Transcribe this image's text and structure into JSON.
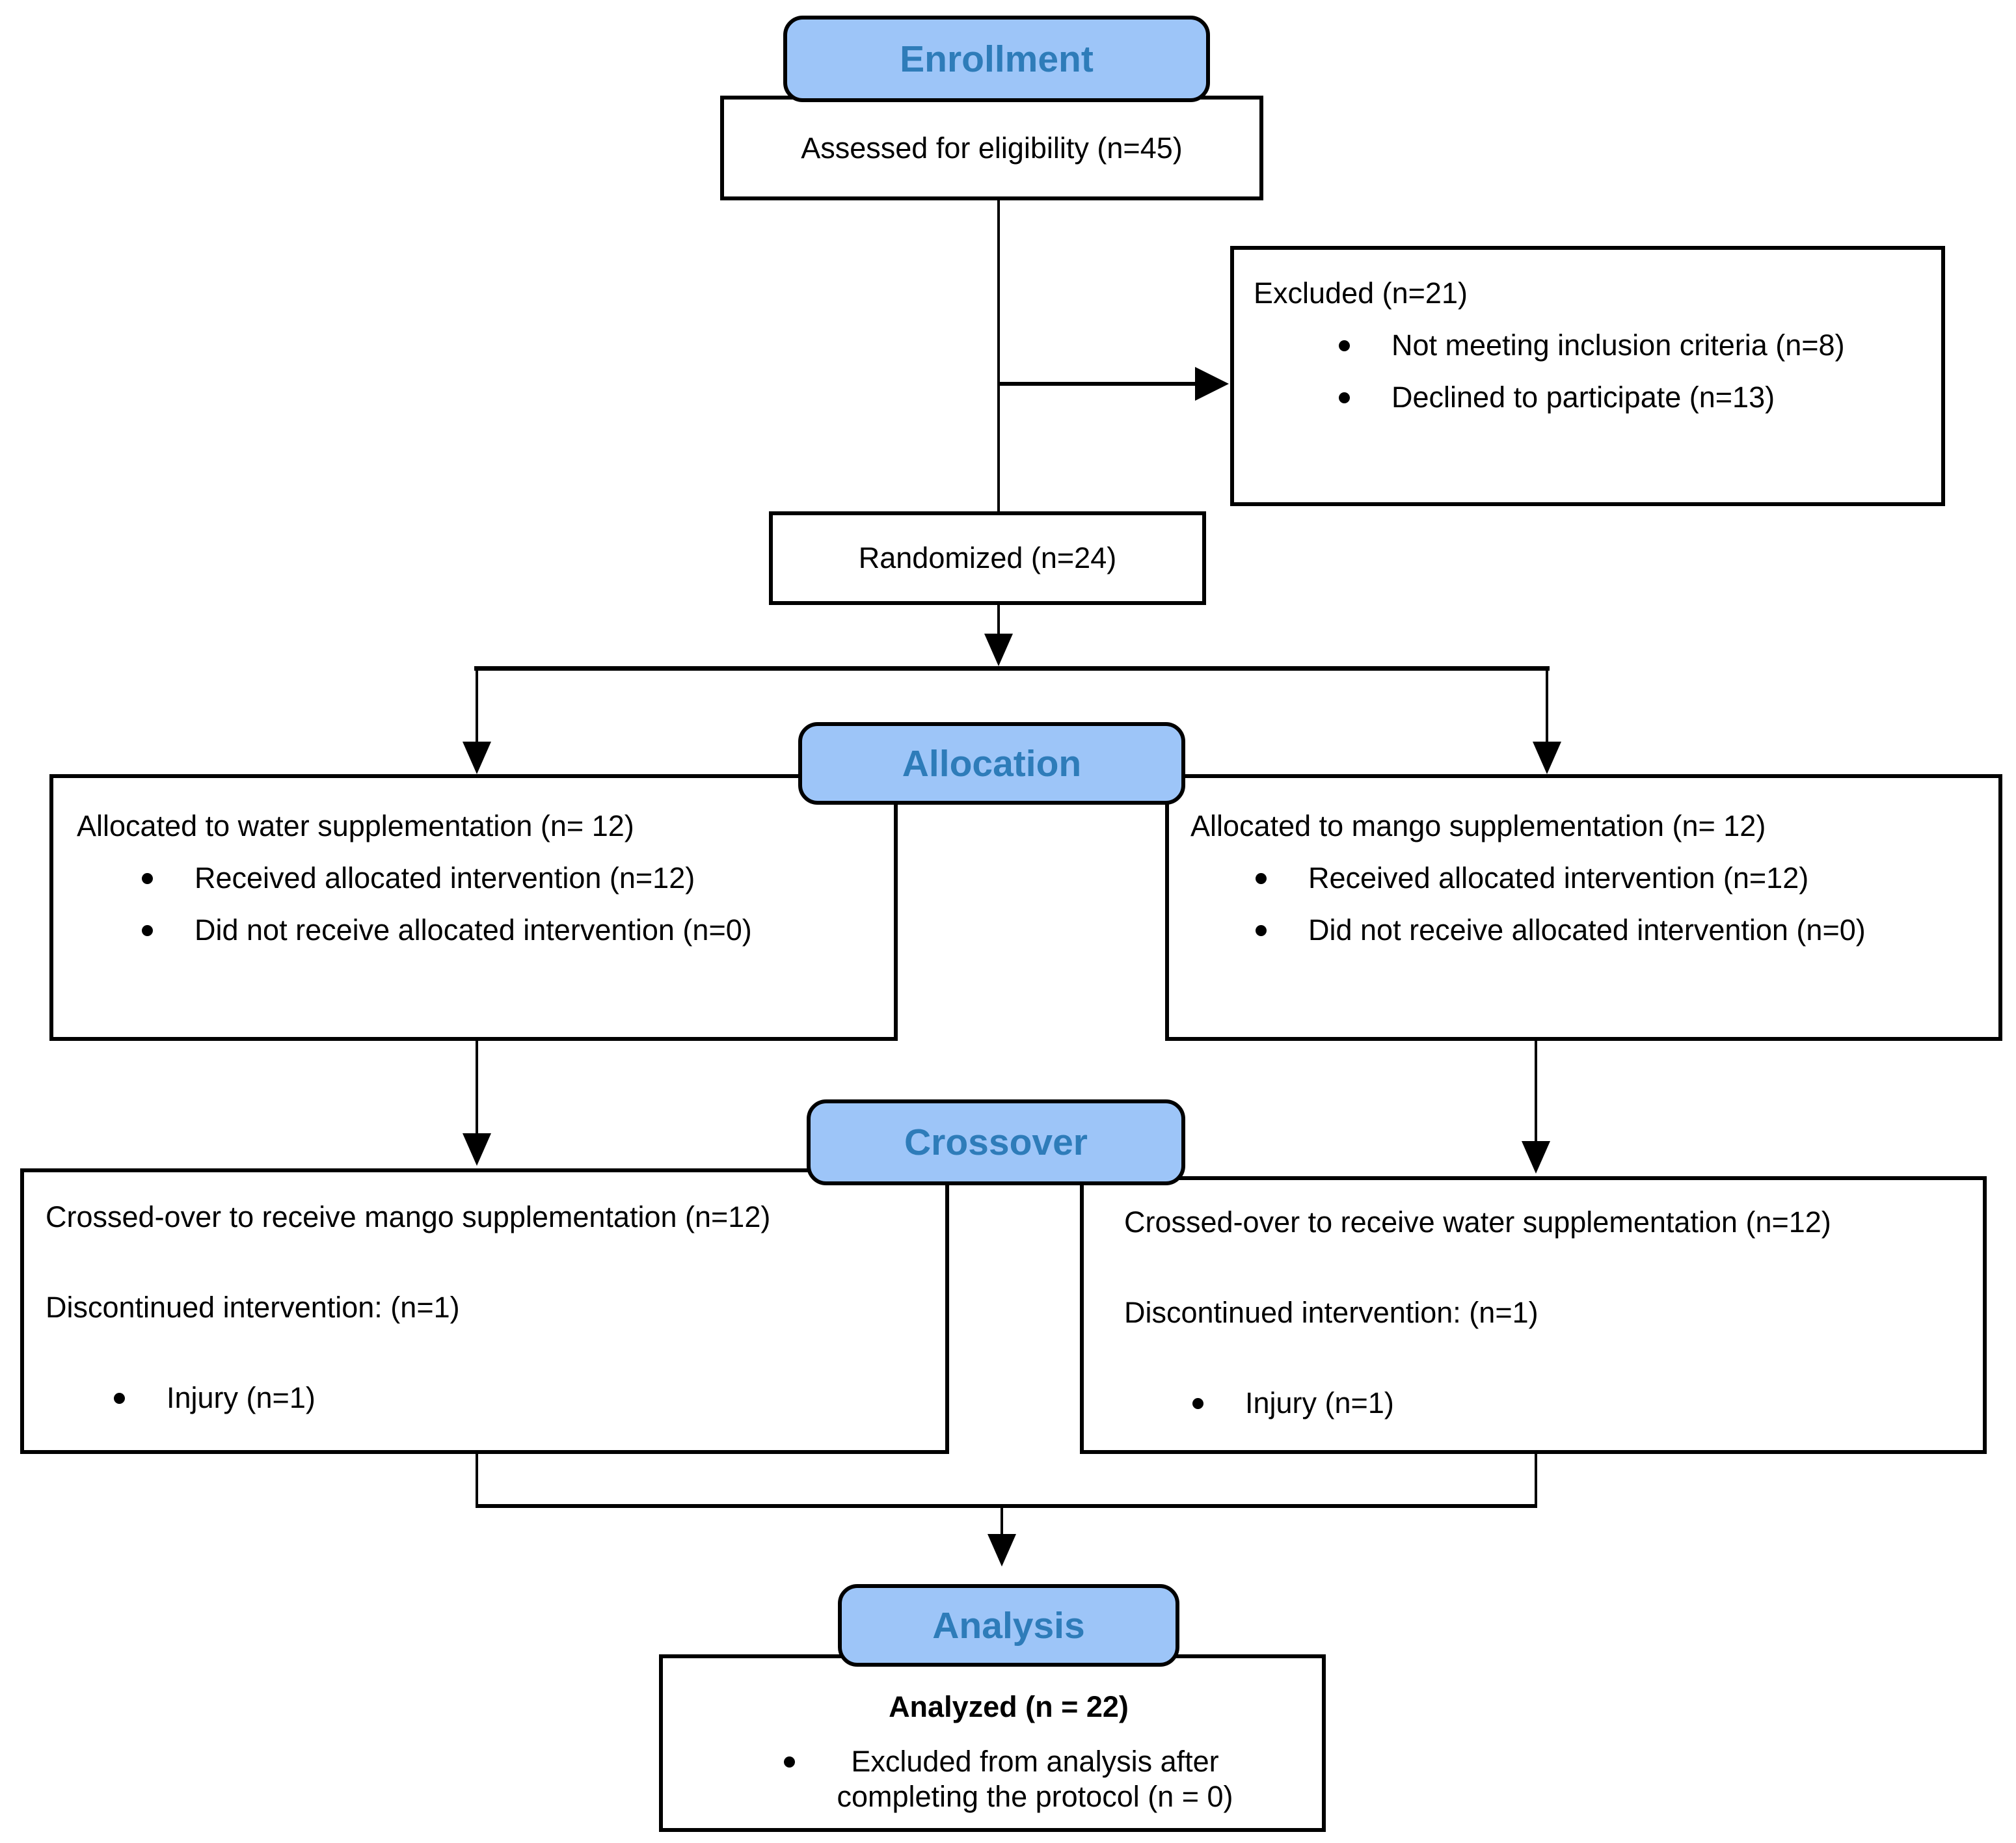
{
  "palette": {
    "header_fill": "#9DC5F8",
    "header_text_color": "#2E7CB9",
    "line_color": "#000000",
    "box_fill": "#FFFFFF"
  },
  "stage_headers": {
    "enrollment": "Enrollment",
    "allocation": "Allocation",
    "crossover": "Crossover",
    "analysis": "Analysis"
  },
  "boxes": {
    "assessed": {
      "text": "Assessed for eligibility (n=45)"
    },
    "excluded": {
      "title": "Excluded (n=21)",
      "bullets": [
        "Not meeting inclusion criteria (n=8)",
        "Declined to participate (n=13)"
      ]
    },
    "randomized": {
      "text": "Randomized (n=24)"
    },
    "allocation_water": {
      "title": "Allocated to water supplementation (n= 12)",
      "bullets": [
        "Received allocated intervention (n=12)",
        "Did not receive allocated intervention (n=0)"
      ]
    },
    "allocation_mango": {
      "title": "Allocated to mango supplementation (n= 12)",
      "bullets": [
        "Received allocated intervention (n=12)",
        "Did not receive allocated intervention (n=0)"
      ]
    },
    "crossover_mango": {
      "title": "Crossed-over to receive mango supplementation (n=12)",
      "discontinued": "Discontinued intervention: (n=1)",
      "bullets": [
        "Injury (n=1)"
      ]
    },
    "crossover_water": {
      "title": "Crossed-over to receive water supplementation (n=12)",
      "discontinued": "Discontinued intervention: (n=1)",
      "bullets": [
        "Injury (n=1)"
      ]
    },
    "analyzed": {
      "title": "Analyzed (n = 22)",
      "bullet_line1": "Excluded from analysis after",
      "bullet_line2": "completing the protocol (n = 0)"
    }
  }
}
